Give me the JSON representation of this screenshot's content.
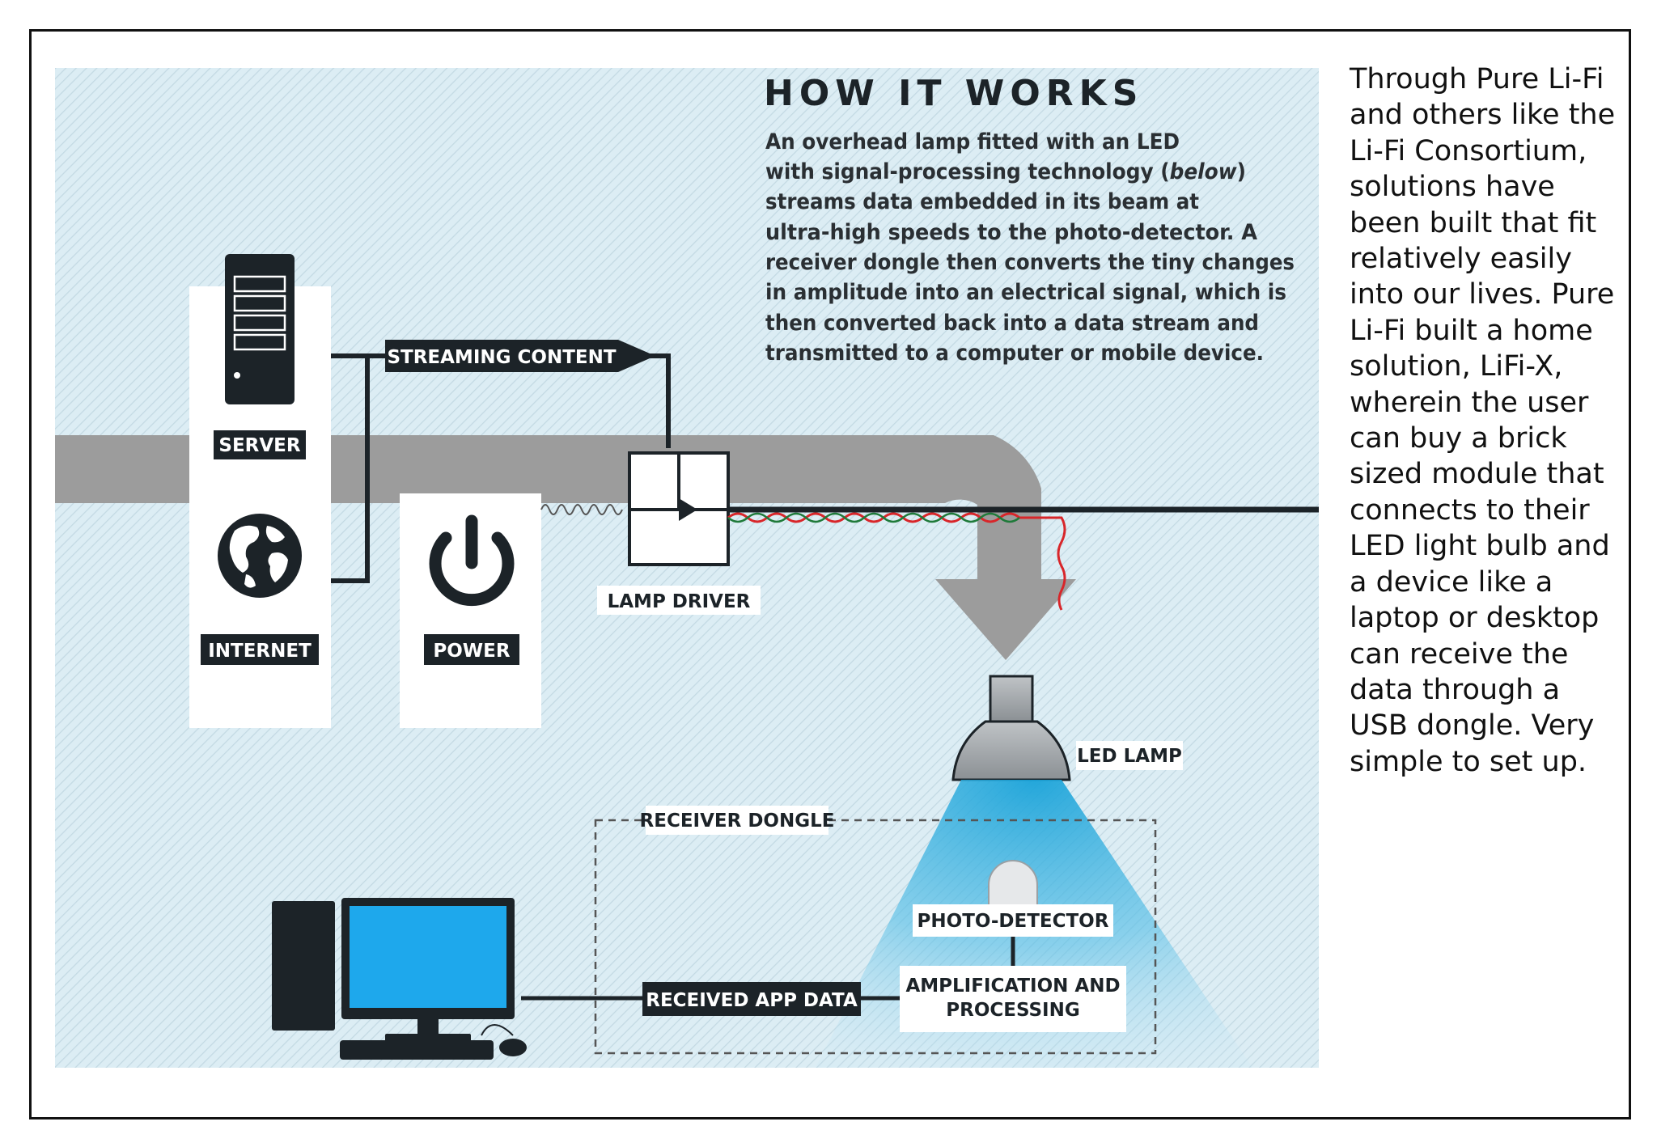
{
  "heading": "HOW IT WORKS",
  "intro": {
    "lines": [
      "An overhead lamp fitted with an LED",
      "with signal-processing technology (",
      "streams data embedded in its beam at",
      "ultra-high speeds to the photo-detector. A",
      "receiver dongle then converts the tiny changes",
      "in amplitude into an electrical signal, which is",
      "then converted back into a data stream and",
      "transmitted to a computer or mobile device."
    ],
    "emphasis": "below",
    "emphasis_after": ")"
  },
  "labels": {
    "server": "SERVER",
    "internet": "INTERNET",
    "power": "POWER",
    "streaming_content": "STREAMING CONTENT",
    "lamp_driver": "LAMP DRIVER",
    "led_lamp": "LED LAMP",
    "receiver_dongle": "RECEIVER DONGLE",
    "photo_detector": "PHOTO-DETECTOR",
    "amplification_line1": "AMPLIFICATION AND",
    "amplification_line2": "PROCESSING",
    "received_app_data": "RECEIVED APP DATA"
  },
  "side_text": "Through Pure Li-Fi and others like the Li-Fi Consortium, solutions have been built that fit relatively easily into our lives. Pure Li-Fi built a home solution, LiFi-X, wherein the user can buy a brick sized module that connects to their LED light bulb and a device like a laptop or desktop can receive the data through a USB dongle. Very simple to set up.",
  "colors": {
    "background": "#dcedf4",
    "pipe": "#9c9c9c",
    "dark": "#1c2328",
    "beam": "#1aa3d9",
    "screen": "#1ea8ec",
    "wire_red": "#d8262a",
    "wire_green": "#1f7a3a"
  }
}
